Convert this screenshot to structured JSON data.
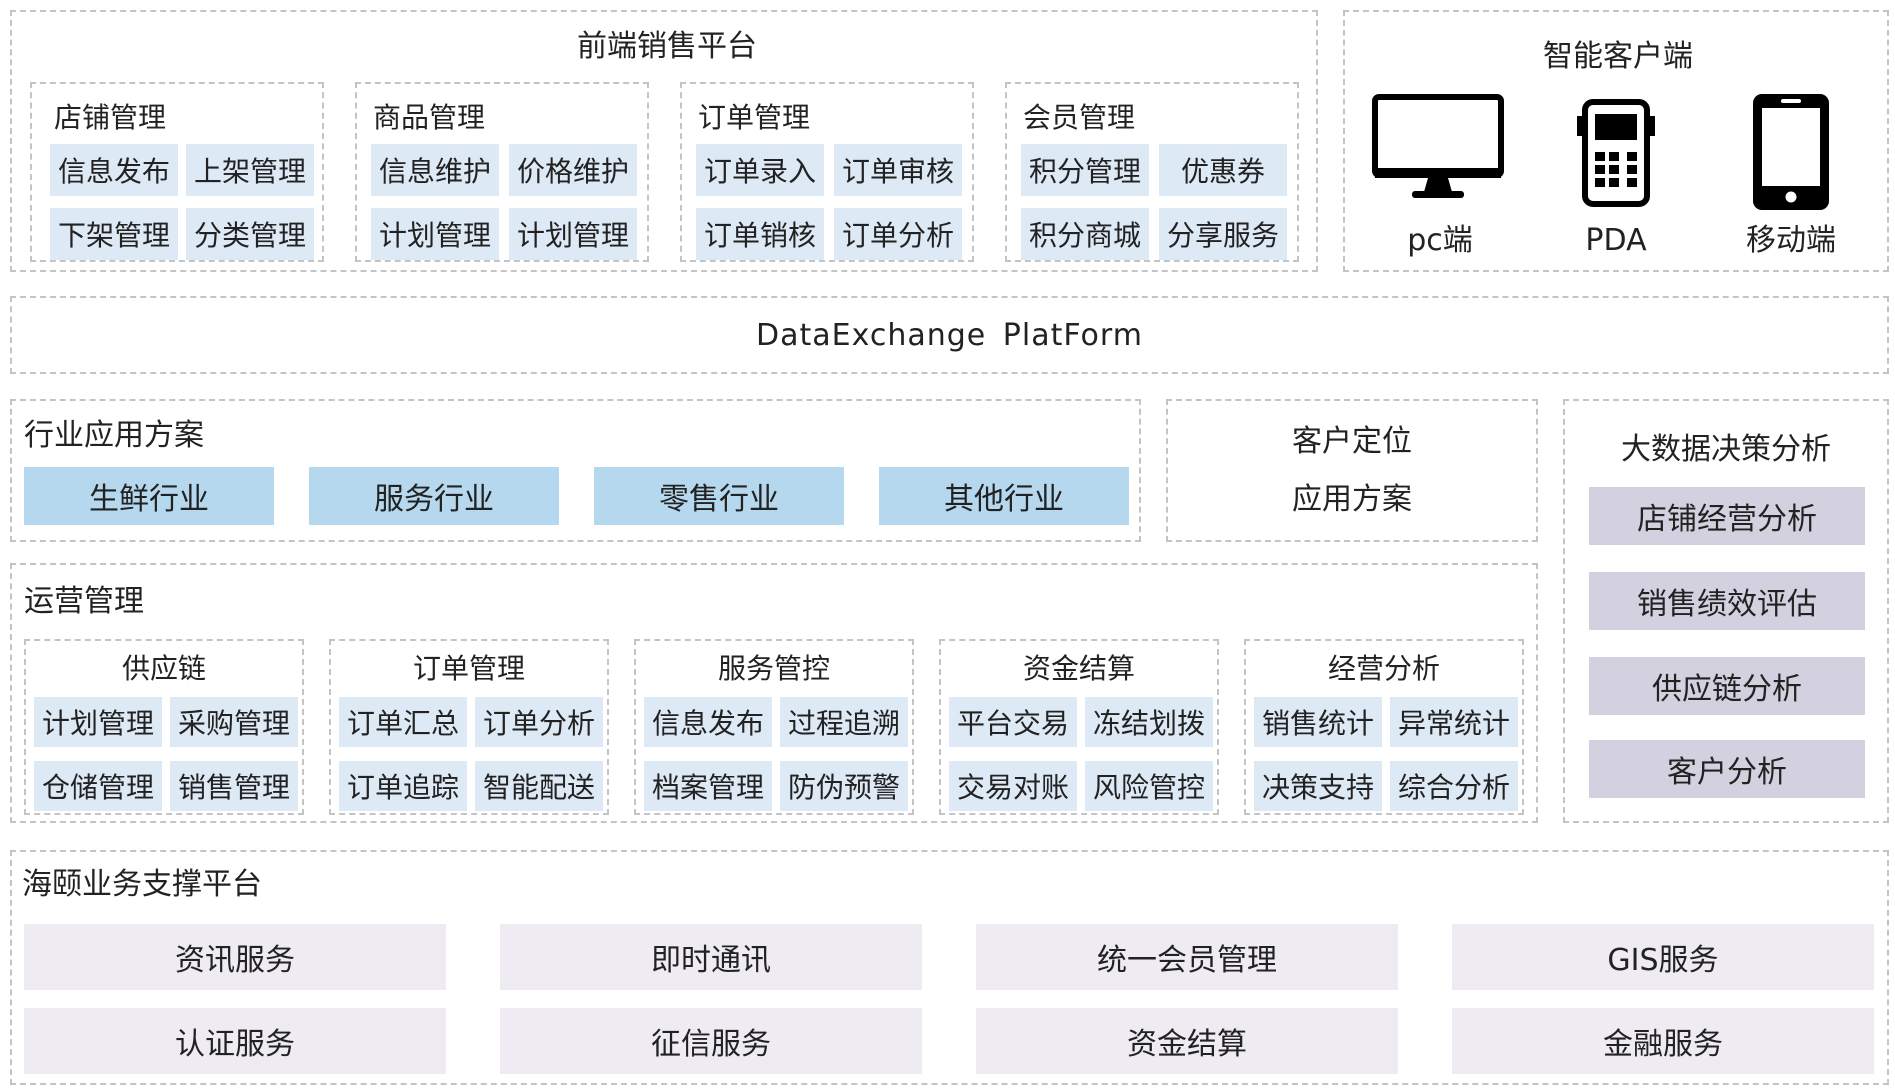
{
  "front": {
    "title": "前端销售平台",
    "groups": [
      {
        "title": "店铺管理",
        "items": [
          "信息发布",
          "上架管理",
          "下架管理",
          "分类管理"
        ]
      },
      {
        "title": "商品管理",
        "items": [
          "信息维护",
          "价格维护",
          "计划管理",
          "计划管理"
        ]
      },
      {
        "title": "订单管理",
        "items": [
          "订单录入",
          "订单审核",
          "订单销核",
          "订单分析"
        ]
      },
      {
        "title": "会员管理",
        "items": [
          "积分管理",
          "优惠券",
          "积分商城",
          "分享服务"
        ]
      }
    ]
  },
  "clients": {
    "title": "智能客户端",
    "devices": [
      {
        "label": "pc端",
        "icon": "monitor-icon"
      },
      {
        "label": "PDA",
        "icon": "pda-icon"
      },
      {
        "label": "移动端",
        "icon": "mobile-phone-icon"
      }
    ]
  },
  "exchange": {
    "label": "DataExchange PlatForm"
  },
  "industry": {
    "title": "行业应用方案",
    "items": [
      "生鲜行业",
      "服务行业",
      "零售行业",
      "其他行业"
    ]
  },
  "customer": {
    "line1": "客户定位",
    "line2": "应用方案"
  },
  "bigdata": {
    "title": "大数据决策分析",
    "items": [
      "店铺经营分析",
      "销售绩效评估",
      "供应链分析",
      "客户分析"
    ]
  },
  "ops": {
    "title": "运营管理",
    "groups": [
      {
        "title": "供应链",
        "items": [
          "计划管理",
          "采购管理",
          "仓储管理",
          "销售管理"
        ]
      },
      {
        "title": "订单管理",
        "items": [
          "订单汇总",
          "订单分析",
          "订单追踪",
          "智能配送"
        ]
      },
      {
        "title": "服务管控",
        "items": [
          "信息发布",
          "过程追溯",
          "档案管理",
          "防伪预警"
        ]
      },
      {
        "title": "资金结算",
        "items": [
          "平台交易",
          "冻结划拨",
          "交易对账",
          "风险管控"
        ]
      },
      {
        "title": "经营分析",
        "items": [
          "销售统计",
          "异常统计",
          "决策支持",
          "综合分析"
        ]
      }
    ]
  },
  "support": {
    "title": "海颐业务支撑平台",
    "items": [
      "资讯服务",
      "即时通讯",
      "统一会员管理",
      "GIS服务",
      "认证服务",
      "征信服务",
      "资金结算",
      "金融服务"
    ]
  },
  "colors": {
    "cell_light_blue": "#dde9f5",
    "industry_blue": "#b5d8ef",
    "bigdata_lavender": "#d3d1df",
    "support_lilac": "#eeebf3",
    "dashed_border": "#c4c4c4"
  }
}
